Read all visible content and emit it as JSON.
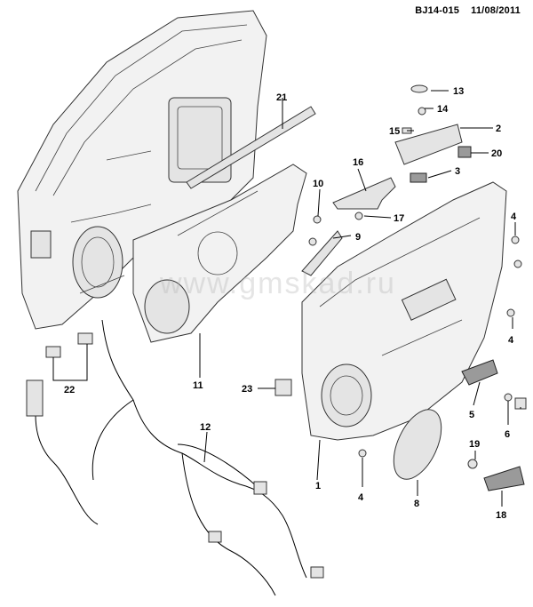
{
  "header": {
    "doc_id": "BJ14-015",
    "date": "11/08/2011"
  },
  "watermark": "www.gmskad.ru",
  "callouts": {
    "c1": "1",
    "c2": "2",
    "c3": "3",
    "c4a": "4",
    "c4b": "4",
    "c4c": "4",
    "c5": "5",
    "c6": "6",
    "c8": "8",
    "c9": "9",
    "c10": "10",
    "c11": "11",
    "c12": "12",
    "c13": "13",
    "c14": "14",
    "c15": "15",
    "c16": "16",
    "c17": "17",
    "c18": "18",
    "c19": "19",
    "c20": "20",
    "c21": "21",
    "c22": "22",
    "c23": "23"
  }
}
